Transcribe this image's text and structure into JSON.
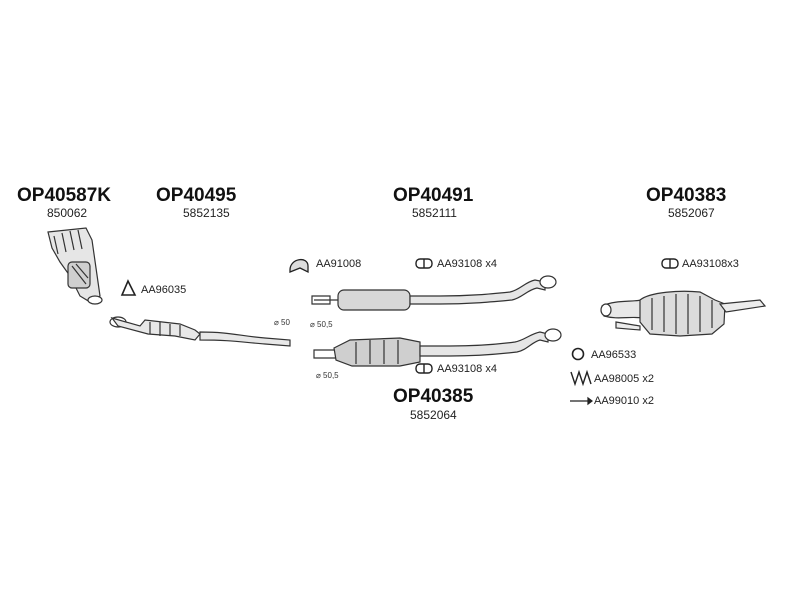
{
  "groups": [
    {
      "code": "OP40587K",
      "number": "850062"
    },
    {
      "code": "OP40495",
      "number": "5852135"
    },
    {
      "code": "OP40491",
      "number": "5852111"
    },
    {
      "code": "OP40383",
      "number": "5852067"
    },
    {
      "code": "OP40385",
      "number": "5852064"
    }
  ],
  "parts": {
    "gasket_catalyst": "AA96035",
    "diameter_front_pipe": "⌀ 50",
    "clamp": "AA91008",
    "ring_upper": "AA93108 x4",
    "diameter_mid_upper": "⌀ 50,5",
    "diameter_mid_lower": "⌀ 50,5",
    "ring_lower": "AA93108 x4",
    "ring_rear": "AA93108x3",
    "rubber_ring": "AA96533",
    "spring": "AA98005 x2",
    "bolt": "AA99010 x2"
  },
  "icons": [
    "catalyst-icon",
    "gasket-icon",
    "front-pipe-icon",
    "clamp-icon",
    "ring-icon",
    "middle-silencer-icon",
    "rear-silencer-icon",
    "rubber-ring-icon",
    "spring-icon",
    "bolt-icon"
  ]
}
